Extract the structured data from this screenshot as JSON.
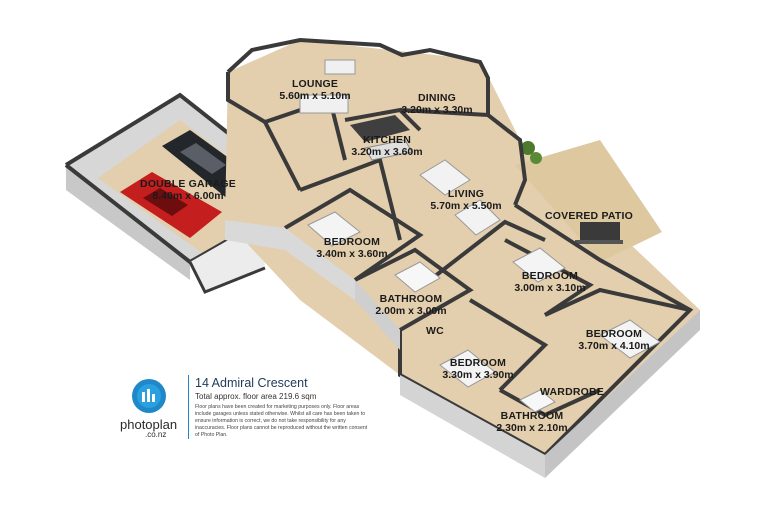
{
  "rooms": {
    "lounge": {
      "name": "LOUNGE",
      "dim": "5.60m x 5.10m"
    },
    "dining": {
      "name": "DINING",
      "dim": "3.20m x 3.30m"
    },
    "kitchen": {
      "name": "KITCHEN",
      "dim": "3.20m x 3.60m"
    },
    "double_garage": {
      "name": "DOUBLE GARAGE",
      "dim": "8.40m x 6.00m"
    },
    "living": {
      "name": "LIVING",
      "dim": "5.70m x 5.50m"
    },
    "covered_patio": {
      "name": "COVERED PATIO"
    },
    "bedroom_1": {
      "name": "BEDROOM",
      "dim": "3.40m x 3.60m"
    },
    "bedroom_2": {
      "name": "BEDROOM",
      "dim": "3.00m x 3.10m"
    },
    "bathroom_1": {
      "name": "BATHROOM",
      "dim": "2.00m x 3.00m"
    },
    "wc": {
      "name": "WC"
    },
    "bedroom_3": {
      "name": "BEDROOM",
      "dim": "3.70m x 4.10m"
    },
    "bedroom_4": {
      "name": "BEDROOM",
      "dim": "3.30m x 3.90m"
    },
    "wardrobe": {
      "name": "WARDROBE"
    },
    "bathroom_2": {
      "name": "BATHROOM",
      "dim": "2.30m x 2.10m"
    }
  },
  "brand": {
    "name": "photoplan",
    "domain": ".co.nz",
    "color": "#1e88c8"
  },
  "info": {
    "address": "14 Admiral Crescent",
    "area": "Total approx. floor area 219.6 sqm",
    "disclaimer": "Floor plans have been created for marketing purposes only. Floor areas include garages unless stated otherwise. Whilst all care has been taken to ensure information is correct, we do not take responsibility for any inaccuracies. Floor plans cannot be reproduced without the written consent of Photo Plan."
  },
  "colors": {
    "floor": "#e3cfae",
    "wall_top": "#3a3a3a",
    "wall_side": "#d9d9d9",
    "patio": "#ddc8a0",
    "car_red": "#c41e1e",
    "car_black": "#23262b"
  }
}
